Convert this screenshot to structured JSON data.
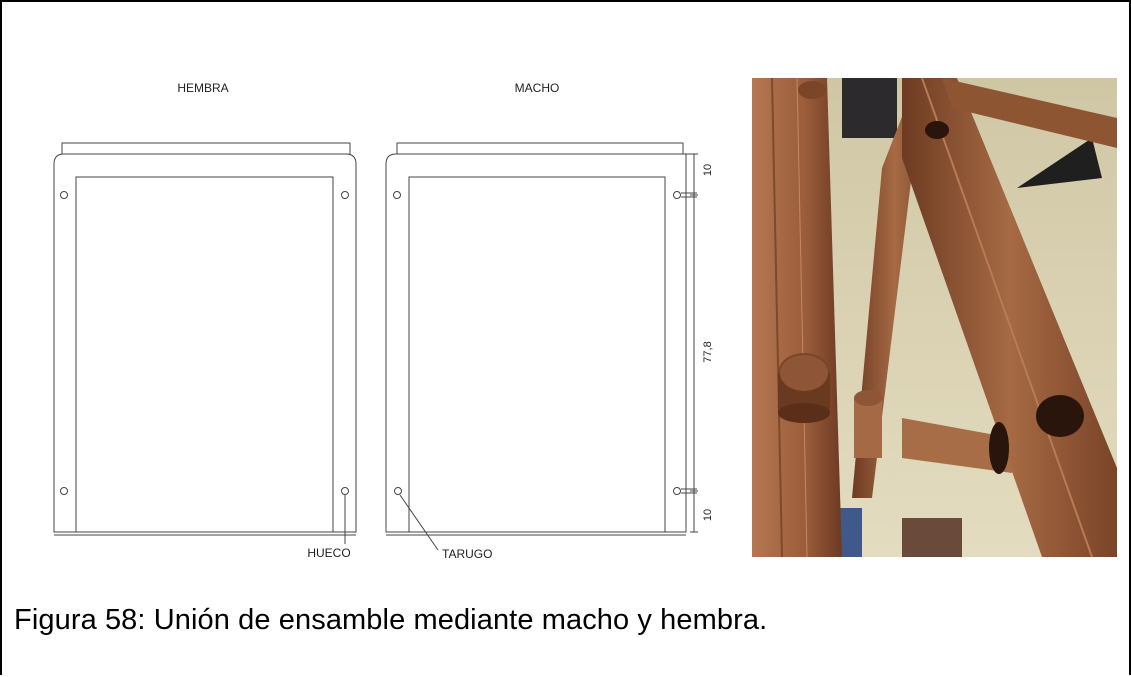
{
  "figure": {
    "caption": "Figura 58: Unión de ensamble mediante macho y hembra."
  },
  "drawing": {
    "female_title": "HEMBRA",
    "male_title": "MACHO",
    "label_hole": "HUECO",
    "label_dowel": "TARUGO",
    "dim_top": "10",
    "dim_middle": "77,8",
    "dim_bottom": "10"
  },
  "photo": {
    "subject": "wooden frame joint with dowels",
    "wood_color": "#9a5c3a"
  }
}
